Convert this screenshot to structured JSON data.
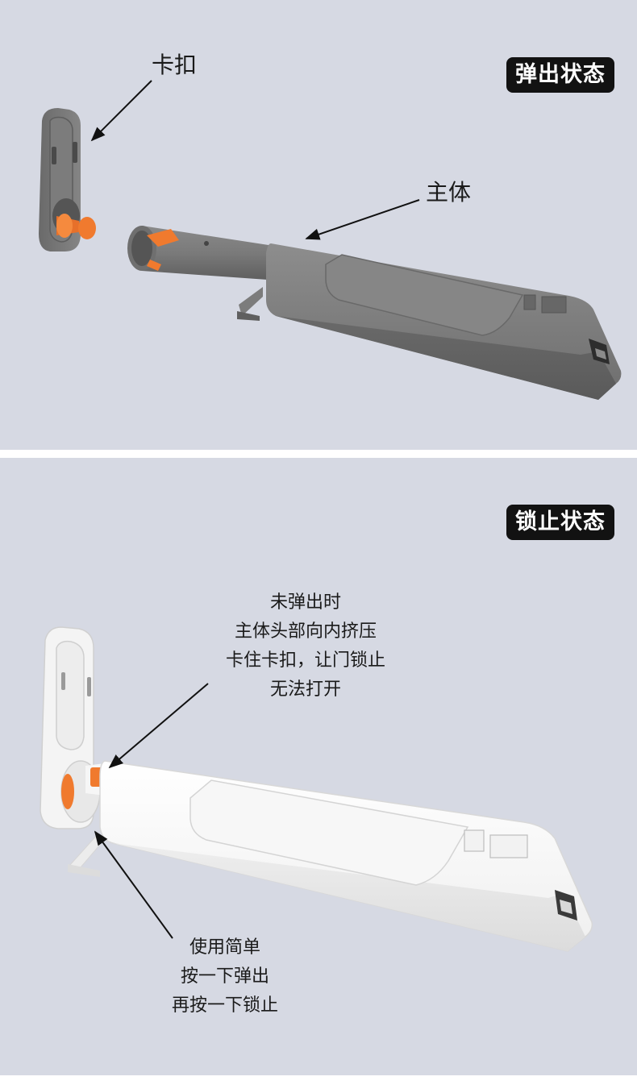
{
  "top_panel": {
    "badge": "弹出状态",
    "label_catch": "卡扣",
    "label_body": "主体"
  },
  "bottom_panel": {
    "badge": "锁止状态",
    "caption_upper": [
      "未弹出时",
      "主体头部向内挤压",
      "卡住卡扣，让门锁止",
      "无法打开"
    ],
    "caption_lower": [
      "使用简单",
      "按一下弹出",
      "再按一下锁止"
    ]
  },
  "colors": {
    "background": "#d6d9e3",
    "badge": "#121212",
    "gray_body": "#7a7a7a",
    "white_body": "#f4f4f4",
    "accent_orange": "#f07a2e"
  }
}
